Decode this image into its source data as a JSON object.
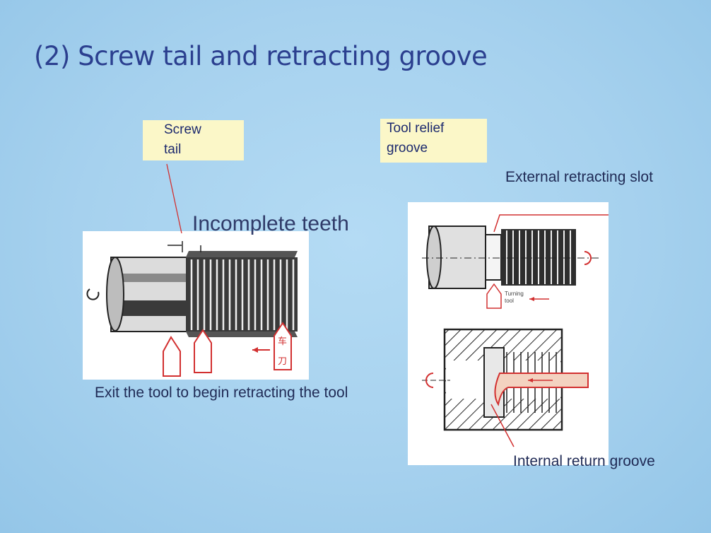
{
  "slide": {
    "title": "(2) Screw tail and retracting groove",
    "notes": {
      "screw_tail": [
        "Screw",
        "tail"
      ],
      "tool_relief": [
        "Tool relief",
        "groove"
      ]
    },
    "labels": {
      "external_slot": "External retracting slot",
      "incomplete_teeth": "Incomplete teeth",
      "exit_tool": "Exit the tool to begin retracting the tool",
      "internal_groove": "Internal return groove"
    },
    "figure_text": {
      "cn_top": "车",
      "cn_bottom": "刀",
      "turning": "Turning",
      "tool": "tool"
    }
  },
  "colors": {
    "title": "#2b3f8f",
    "note_bg": "#fbf7c8",
    "leader_line": "#d23030",
    "background": "#a9d3ef"
  }
}
